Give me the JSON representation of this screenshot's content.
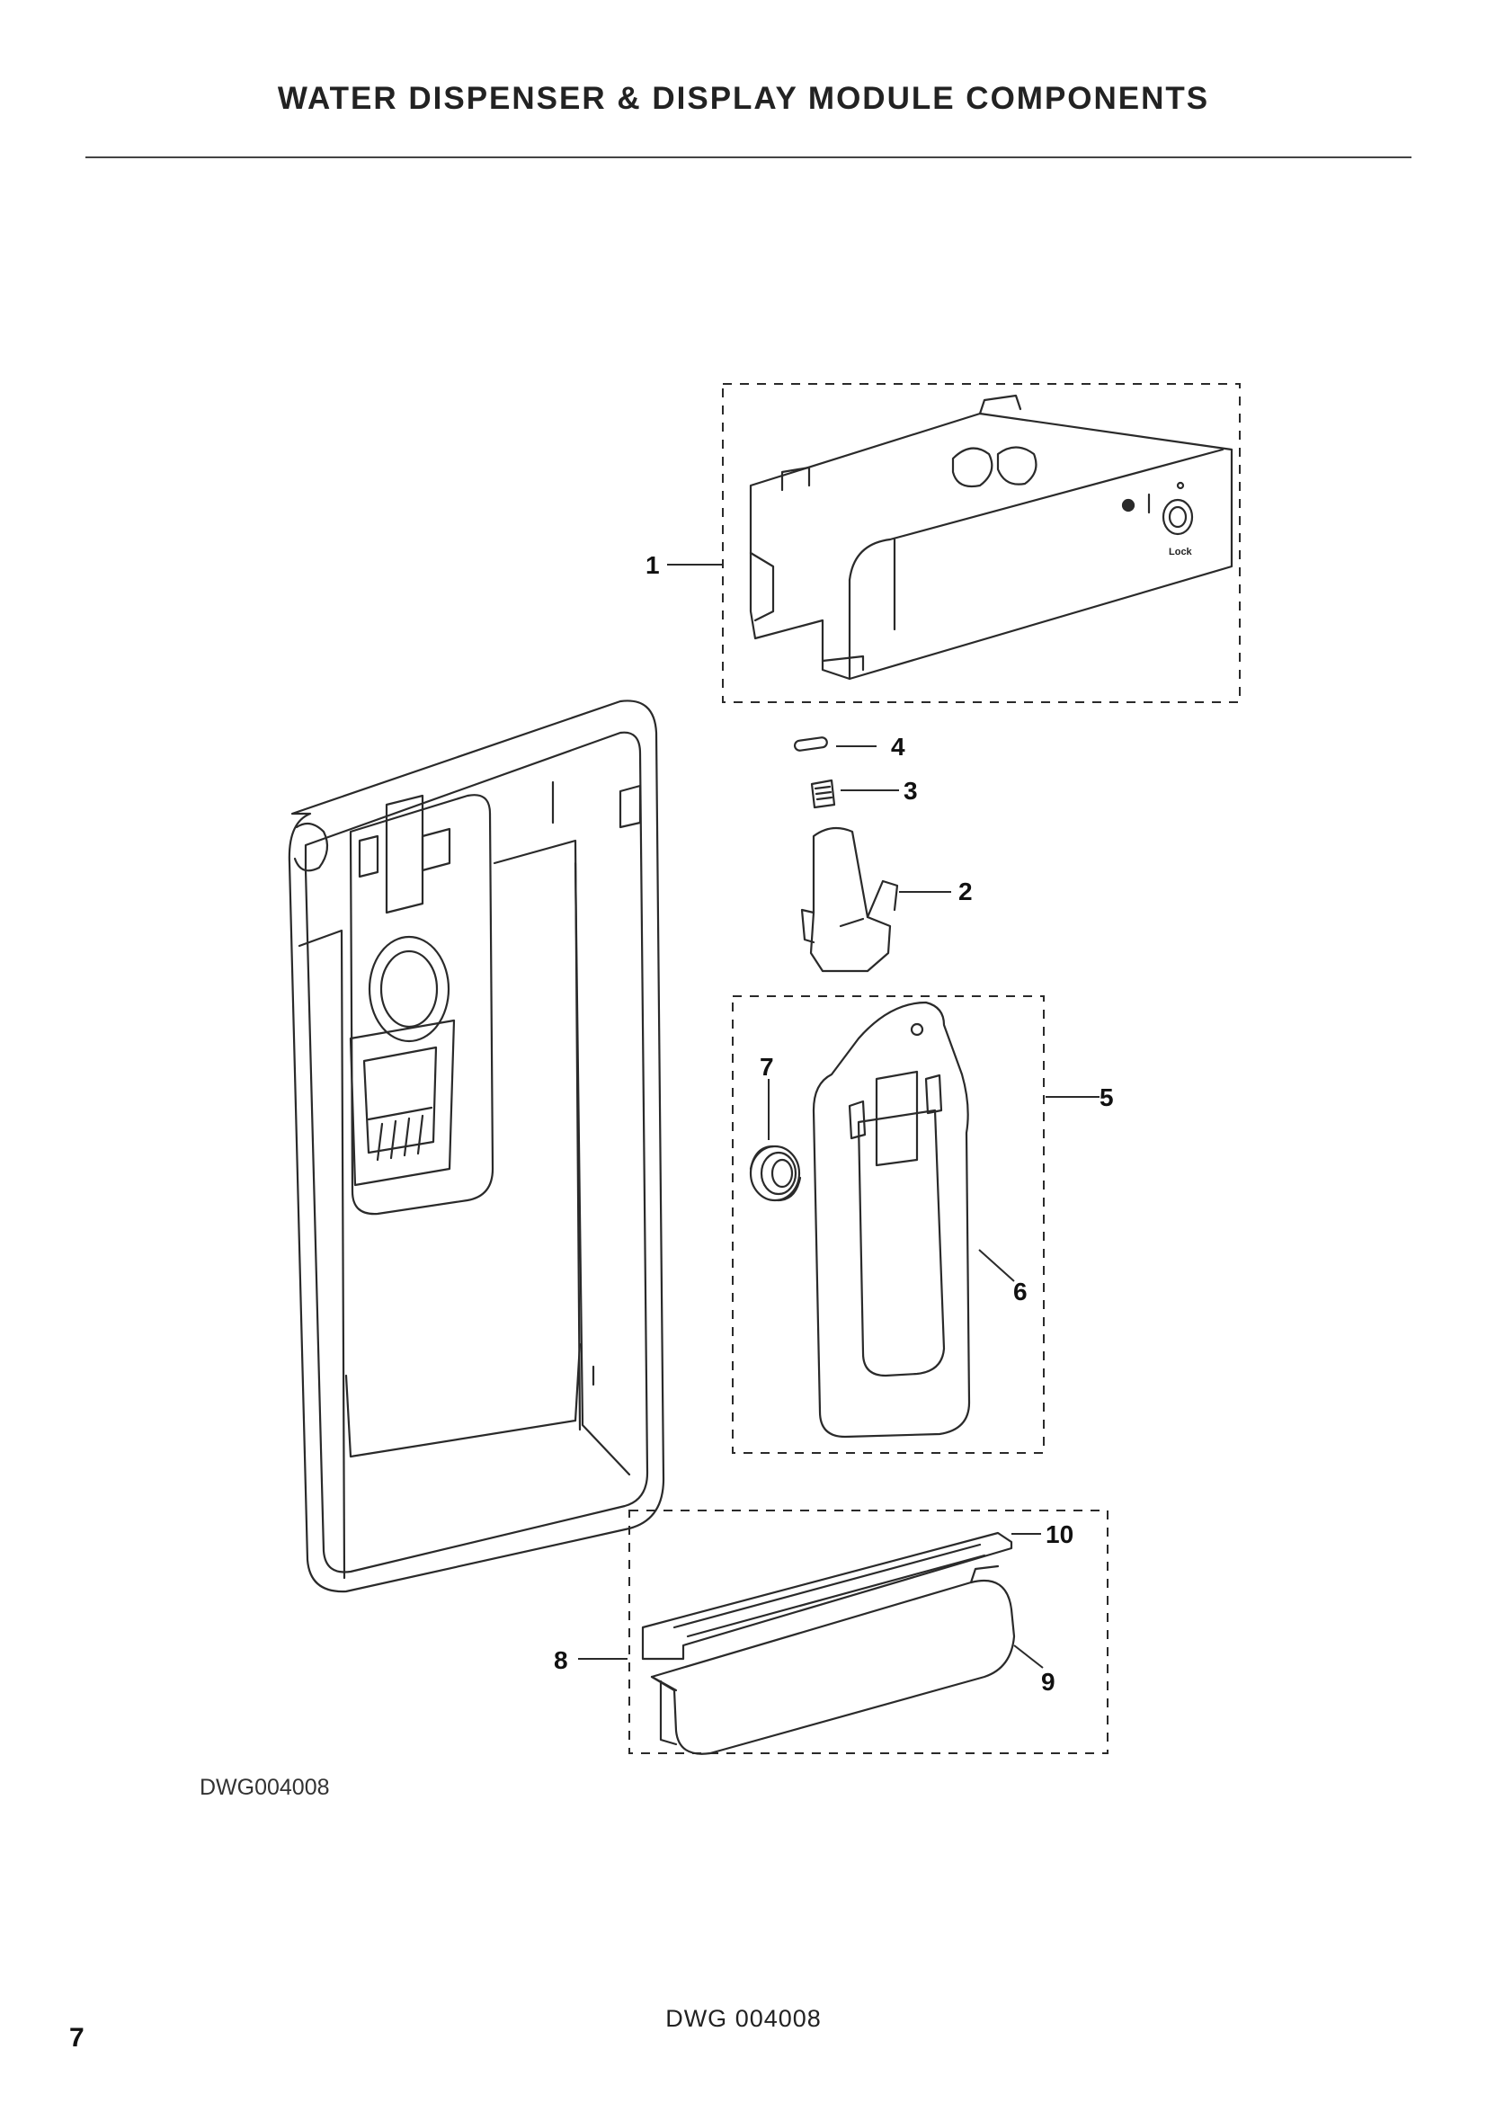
{
  "page": {
    "title": "WATER DISPENSER & DISPLAY MODULE COMPONENTS",
    "drawing_ref": "DWG004008",
    "footer_code": "DWG 004008",
    "page_number": "7"
  },
  "diagram": {
    "callouts": [
      "1",
      "2",
      "3",
      "4",
      "5",
      "6",
      "7",
      "8",
      "9",
      "10"
    ],
    "panel_text": "Lock"
  }
}
